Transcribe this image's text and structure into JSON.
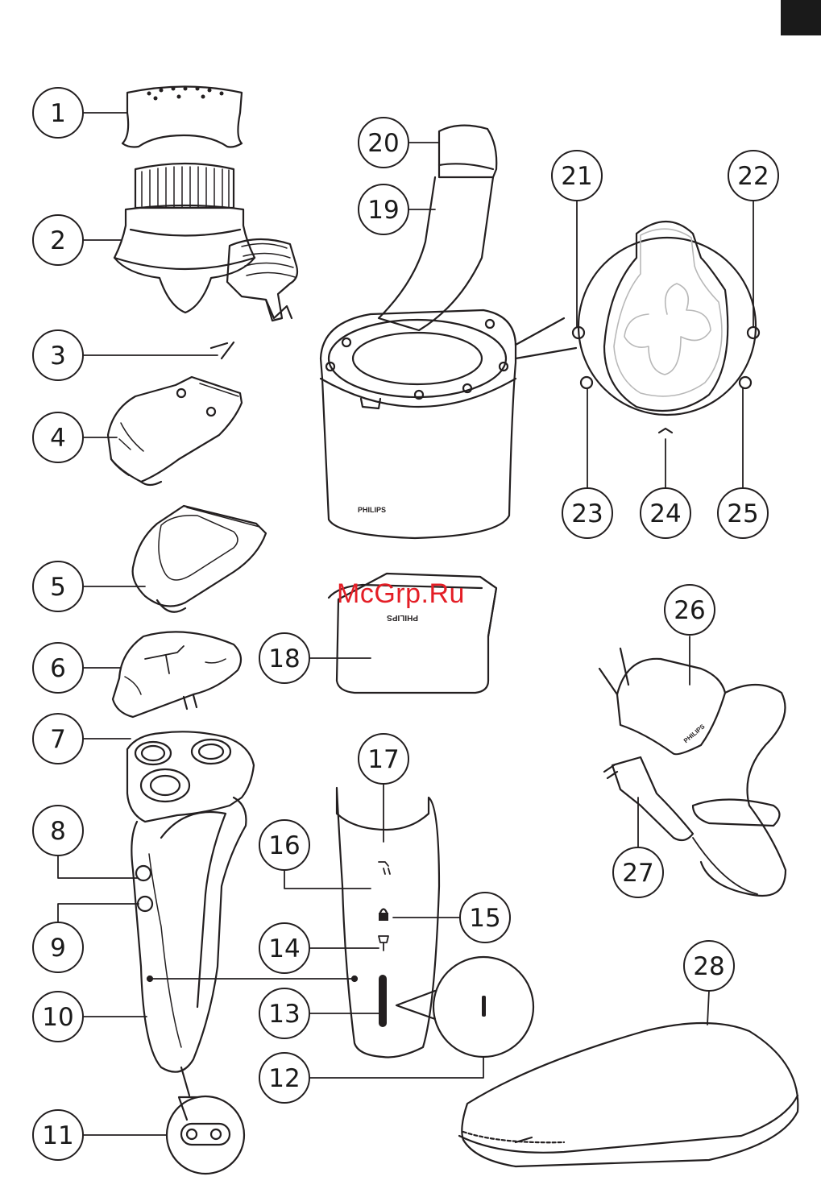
{
  "watermark": "McGrp.Ru",
  "brand": "PHILIPS",
  "callouts": [
    "1",
    "2",
    "3",
    "4",
    "5",
    "6",
    "7",
    "8",
    "9",
    "10",
    "11",
    "12",
    "13",
    "14",
    "15",
    "16",
    "17",
    "18",
    "19",
    "20",
    "21",
    "22",
    "23",
    "24",
    "25",
    "26",
    "27",
    "28"
  ],
  "icons": {
    "panel": [
      "power-icon",
      "battery-icon",
      "cleaning-cycle-icon",
      "start-cleaning-icon",
      "ready-check-icon"
    ],
    "display": [
      "water-tap-icon",
      "travel-lock-icon",
      "plug-icon",
      "battery-level-icon"
    ]
  },
  "colors": {
    "line": "#231f20",
    "light_line": "#b8b8b8",
    "tab": "#1a1a1a",
    "watermark": "#e41e26"
  }
}
